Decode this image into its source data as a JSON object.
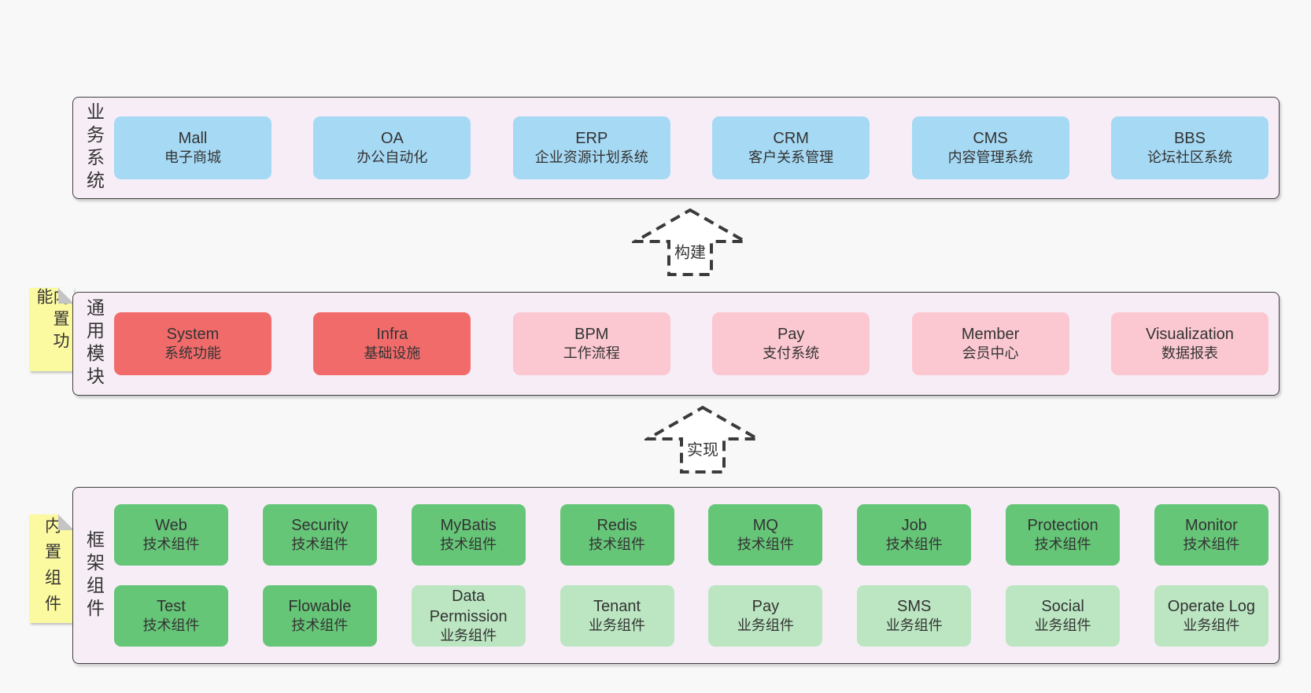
{
  "colors": {
    "page_bg": "#f8f8f8",
    "panel_bg": "#f7edf6",
    "panel_border": "#404040",
    "box_blue": "#a6d9f4",
    "box_red": "#f16b6b",
    "box_pink": "#fbc8d1",
    "box_green": "#66c678",
    "box_green_light": "#bbe6c1",
    "note_yellow": "#fcfaa0",
    "note_fold": "#c4c4c4",
    "arrow_stroke": "#3b3b3b",
    "text": "#333333"
  },
  "panels": {
    "business": {
      "label": "业务系统",
      "boxes": [
        {
          "name": "Mall",
          "desc": "电子商城",
          "variant": "blue"
        },
        {
          "name": "OA",
          "desc": "办公自动化",
          "variant": "blue"
        },
        {
          "name": "ERP",
          "desc": "企业资源计划系统",
          "variant": "blue"
        },
        {
          "name": "CRM",
          "desc": "客户关系管理",
          "variant": "blue"
        },
        {
          "name": "CMS",
          "desc": "内容管理系统",
          "variant": "blue"
        },
        {
          "name": "BBS",
          "desc": "论坛社区系统",
          "variant": "blue"
        }
      ]
    },
    "modules": {
      "label": "通用模块",
      "note": "内置功能",
      "boxes": [
        {
          "name": "System",
          "desc": "系统功能",
          "variant": "red"
        },
        {
          "name": "Infra",
          "desc": "基础设施",
          "variant": "red"
        },
        {
          "name": "BPM",
          "desc": "工作流程",
          "variant": "pink"
        },
        {
          "name": "Pay",
          "desc": "支付系统",
          "variant": "pink"
        },
        {
          "name": "Member",
          "desc": "会员中心",
          "variant": "pink"
        },
        {
          "name": "Visualization",
          "desc": "数据报表",
          "variant": "pink"
        }
      ]
    },
    "framework": {
      "label": "框架组件",
      "note": "内置组件",
      "rows": [
        [
          {
            "name": "Web",
            "desc": "技术组件",
            "variant": "green"
          },
          {
            "name": "Security",
            "desc": "技术组件",
            "variant": "green"
          },
          {
            "name": "MyBatis",
            "desc": "技术组件",
            "variant": "green"
          },
          {
            "name": "Redis",
            "desc": "技术组件",
            "variant": "green"
          },
          {
            "name": "MQ",
            "desc": "技术组件",
            "variant": "green"
          },
          {
            "name": "Job",
            "desc": "技术组件",
            "variant": "green"
          },
          {
            "name": "Protection",
            "desc": "技术组件",
            "variant": "green"
          },
          {
            "name": "Monitor",
            "desc": "技术组件",
            "variant": "green"
          }
        ],
        [
          {
            "name": "Test",
            "desc": "技术组件",
            "variant": "green"
          },
          {
            "name": "Flowable",
            "desc": "技术组件",
            "variant": "green"
          },
          {
            "name": "Data Permission",
            "desc": "业务组件",
            "variant": "green-light"
          },
          {
            "name": "Tenant",
            "desc": "业务组件",
            "variant": "green-light"
          },
          {
            "name": "Pay",
            "desc": "业务组件",
            "variant": "green-light"
          },
          {
            "name": "SMS",
            "desc": "业务组件",
            "variant": "green-light"
          },
          {
            "name": "Social",
            "desc": "业务组件",
            "variant": "green-light"
          },
          {
            "name": "Operate Log",
            "desc": "业务组件",
            "variant": "green-light"
          }
        ]
      ]
    }
  },
  "arrows": [
    {
      "label": "构建"
    },
    {
      "label": "实现"
    }
  ]
}
